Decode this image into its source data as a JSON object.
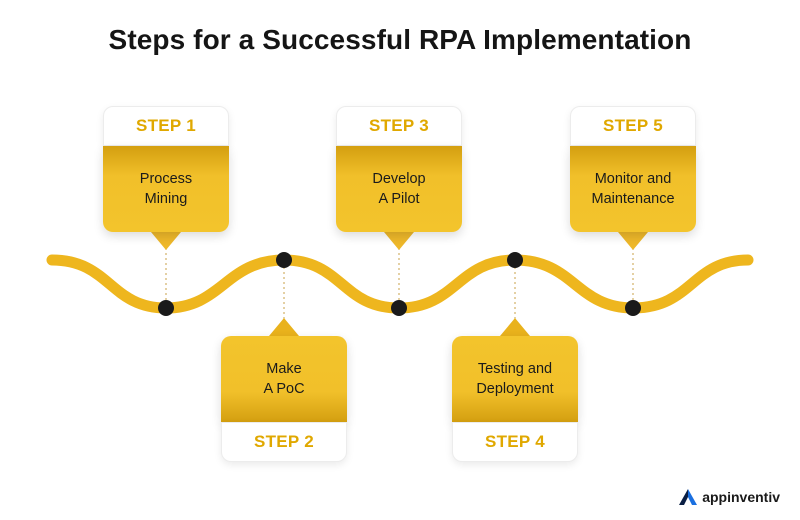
{
  "title": "Steps for a Successful RPA Implementation",
  "steps": [
    {
      "label": "STEP 1",
      "text": "Process\nMining"
    },
    {
      "label": "STEP 2",
      "text": "Make\nA PoC"
    },
    {
      "label": "STEP 3",
      "text": "Develop\nA Pilot"
    },
    {
      "label": "STEP 4",
      "text": "Testing and\nDeployment"
    },
    {
      "label": "STEP 5",
      "text": "Monitor and\nMaintenance"
    }
  ],
  "brand": {
    "name": "appinventiv"
  },
  "colors": {
    "accent": "#f0bd26",
    "label": "#e0a800",
    "dot": "#1a1a1a"
  }
}
